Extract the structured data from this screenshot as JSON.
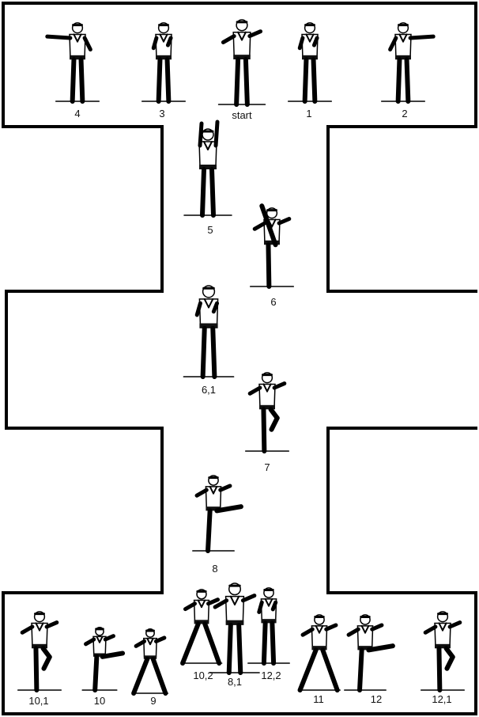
{
  "labels": {
    "top": [
      "4",
      "3",
      "start",
      "1",
      "2"
    ],
    "middle": [
      "5",
      "6",
      "6,1",
      "7",
      "8"
    ],
    "bottom": [
      "10,1",
      "10",
      "9",
      "10,2",
      "8,1",
      "12,2",
      "11",
      "12",
      "12,1"
    ]
  },
  "figures": {
    "top": [
      "punch-left",
      "block-middle",
      "ready-stance",
      "block-middle",
      "punch-right"
    ],
    "middle": [
      "high-block",
      "front-kick-high",
      "knife-hand-guard",
      "knee-raise",
      "side-kick-chamber"
    ],
    "bottom": [
      "side-kick-chamber",
      "side-kick",
      "punch",
      "low-block",
      "ready-stance",
      "middle-block",
      "punch",
      "round-kick",
      "knee-raise"
    ]
  },
  "colors": {
    "line": "#000000",
    "belt": "#111111",
    "gi": "#ffffff"
  }
}
